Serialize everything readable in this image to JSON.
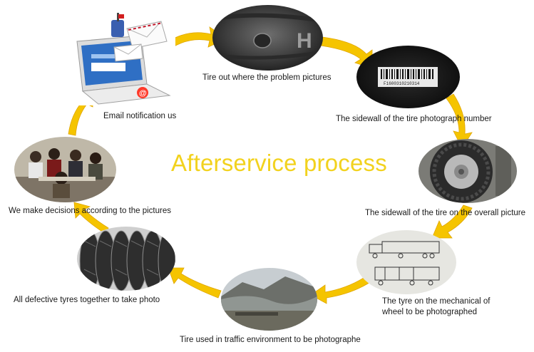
{
  "title": "Afterservice process",
  "colors": {
    "arrow": "#f5c400",
    "arrow_dark": "#e2a800",
    "title": "#f2d21e"
  },
  "steps": [
    {
      "id": "tire-out",
      "caption": "Tire out where the problem pictures"
    },
    {
      "id": "sidewall-number",
      "caption": "The sidewall of the tire photograph number",
      "photo_text": "F1600310210314"
    },
    {
      "id": "sidewall-overall",
      "caption": "The sidewall of the tire on the overall picture"
    },
    {
      "id": "mechanical",
      "caption": "The tyre on the mechanical of",
      "caption2": "wheel to be photographed"
    },
    {
      "id": "traffic",
      "caption": "Tire used in traffic environment to be photographe"
    },
    {
      "id": "defective",
      "caption": "All defective tyres together to take photo"
    },
    {
      "id": "decisions",
      "caption": "We make decisions according to the pictures"
    },
    {
      "id": "email",
      "caption": "Email notification us"
    }
  ]
}
